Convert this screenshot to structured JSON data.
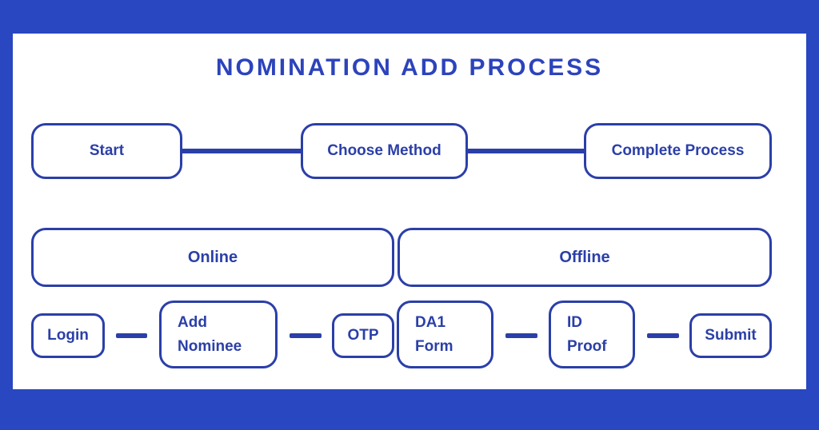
{
  "title": "NOMINATION ADD PROCESS",
  "colors": {
    "frame": "#2847c0",
    "accent": "#2b3fa8",
    "panel": "#ffffff",
    "title": "#2c43bc"
  },
  "chart_data": {
    "type": "table",
    "title": "NOMINATION ADD PROCESS",
    "note": "flowchart structure"
  },
  "flow": {
    "main_row": [
      {
        "label": "Start"
      },
      {
        "label": "Choose Method"
      },
      {
        "label": "Complete Process"
      }
    ],
    "method_row": [
      {
        "label": "Online"
      },
      {
        "label": "Offline"
      }
    ],
    "online_steps": [
      {
        "label": "Login"
      },
      {
        "label": "Add\nNominee"
      },
      {
        "label": "OTP"
      }
    ],
    "offline_steps": [
      {
        "label": "DA1\nForm"
      },
      {
        "label": "ID\nProof"
      },
      {
        "label": "Submit"
      }
    ]
  }
}
